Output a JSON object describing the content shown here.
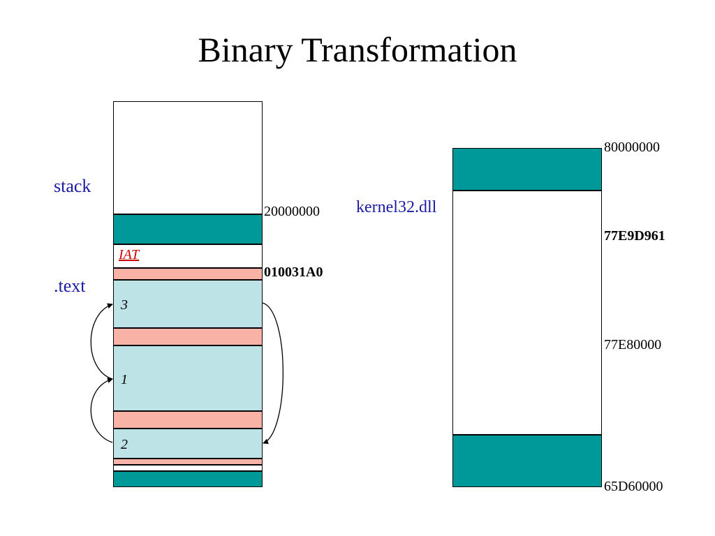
{
  "title": "Binary Transformation",
  "left_column": {
    "labels": {
      "stack": "stack",
      "text": ".text",
      "iat": "IAT"
    },
    "addresses": {
      "a20000000": "20000000",
      "a010031A0": "010031A0"
    },
    "segments": [
      "3",
      "1",
      "2"
    ]
  },
  "right_column": {
    "labels": {
      "kernel32": "kernel32.dll"
    },
    "addresses": {
      "a80000000": "80000000",
      "a77E9D961": "77E9D961",
      "a77E80000": "77E80000",
      "a65D60000": "65D60000"
    }
  },
  "colors": {
    "teal": "#009999",
    "salmon": "#f8b3a6",
    "light_blue": "#bde3e6",
    "label_blue": "#1a1aa6",
    "iat_red": "#cc0000"
  }
}
